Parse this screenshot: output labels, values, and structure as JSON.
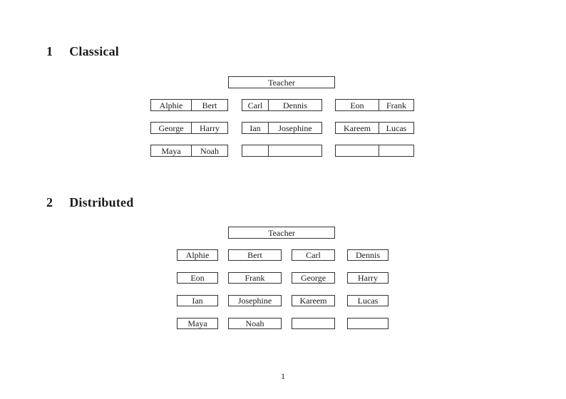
{
  "page_number": "1",
  "sections": {
    "classical": {
      "number": "1",
      "title": "Classical",
      "teacher": "Teacher",
      "desks": [
        {
          "left": "Alphie",
          "right": "Bert"
        },
        {
          "left": "Carl",
          "right": "Dennis"
        },
        {
          "left": "Eon",
          "right": "Frank"
        },
        {
          "left": "George",
          "right": "Harry"
        },
        {
          "left": "Ian",
          "right": "Josephine"
        },
        {
          "left": "Kareem",
          "right": "Lucas"
        },
        {
          "left": "Maya",
          "right": "Noah"
        },
        {
          "left": "",
          "right": ""
        },
        {
          "left": "",
          "right": ""
        }
      ]
    },
    "distributed": {
      "number": "2",
      "title": "Distributed",
      "teacher": "Teacher",
      "seats": [
        "Alphie",
        "Bert",
        "Carl",
        "Dennis",
        "Eon",
        "Frank",
        "George",
        "Harry",
        "Ian",
        "Josephine",
        "Kareem",
        "Lucas",
        "Maya",
        "Noah",
        "",
        ""
      ]
    }
  }
}
